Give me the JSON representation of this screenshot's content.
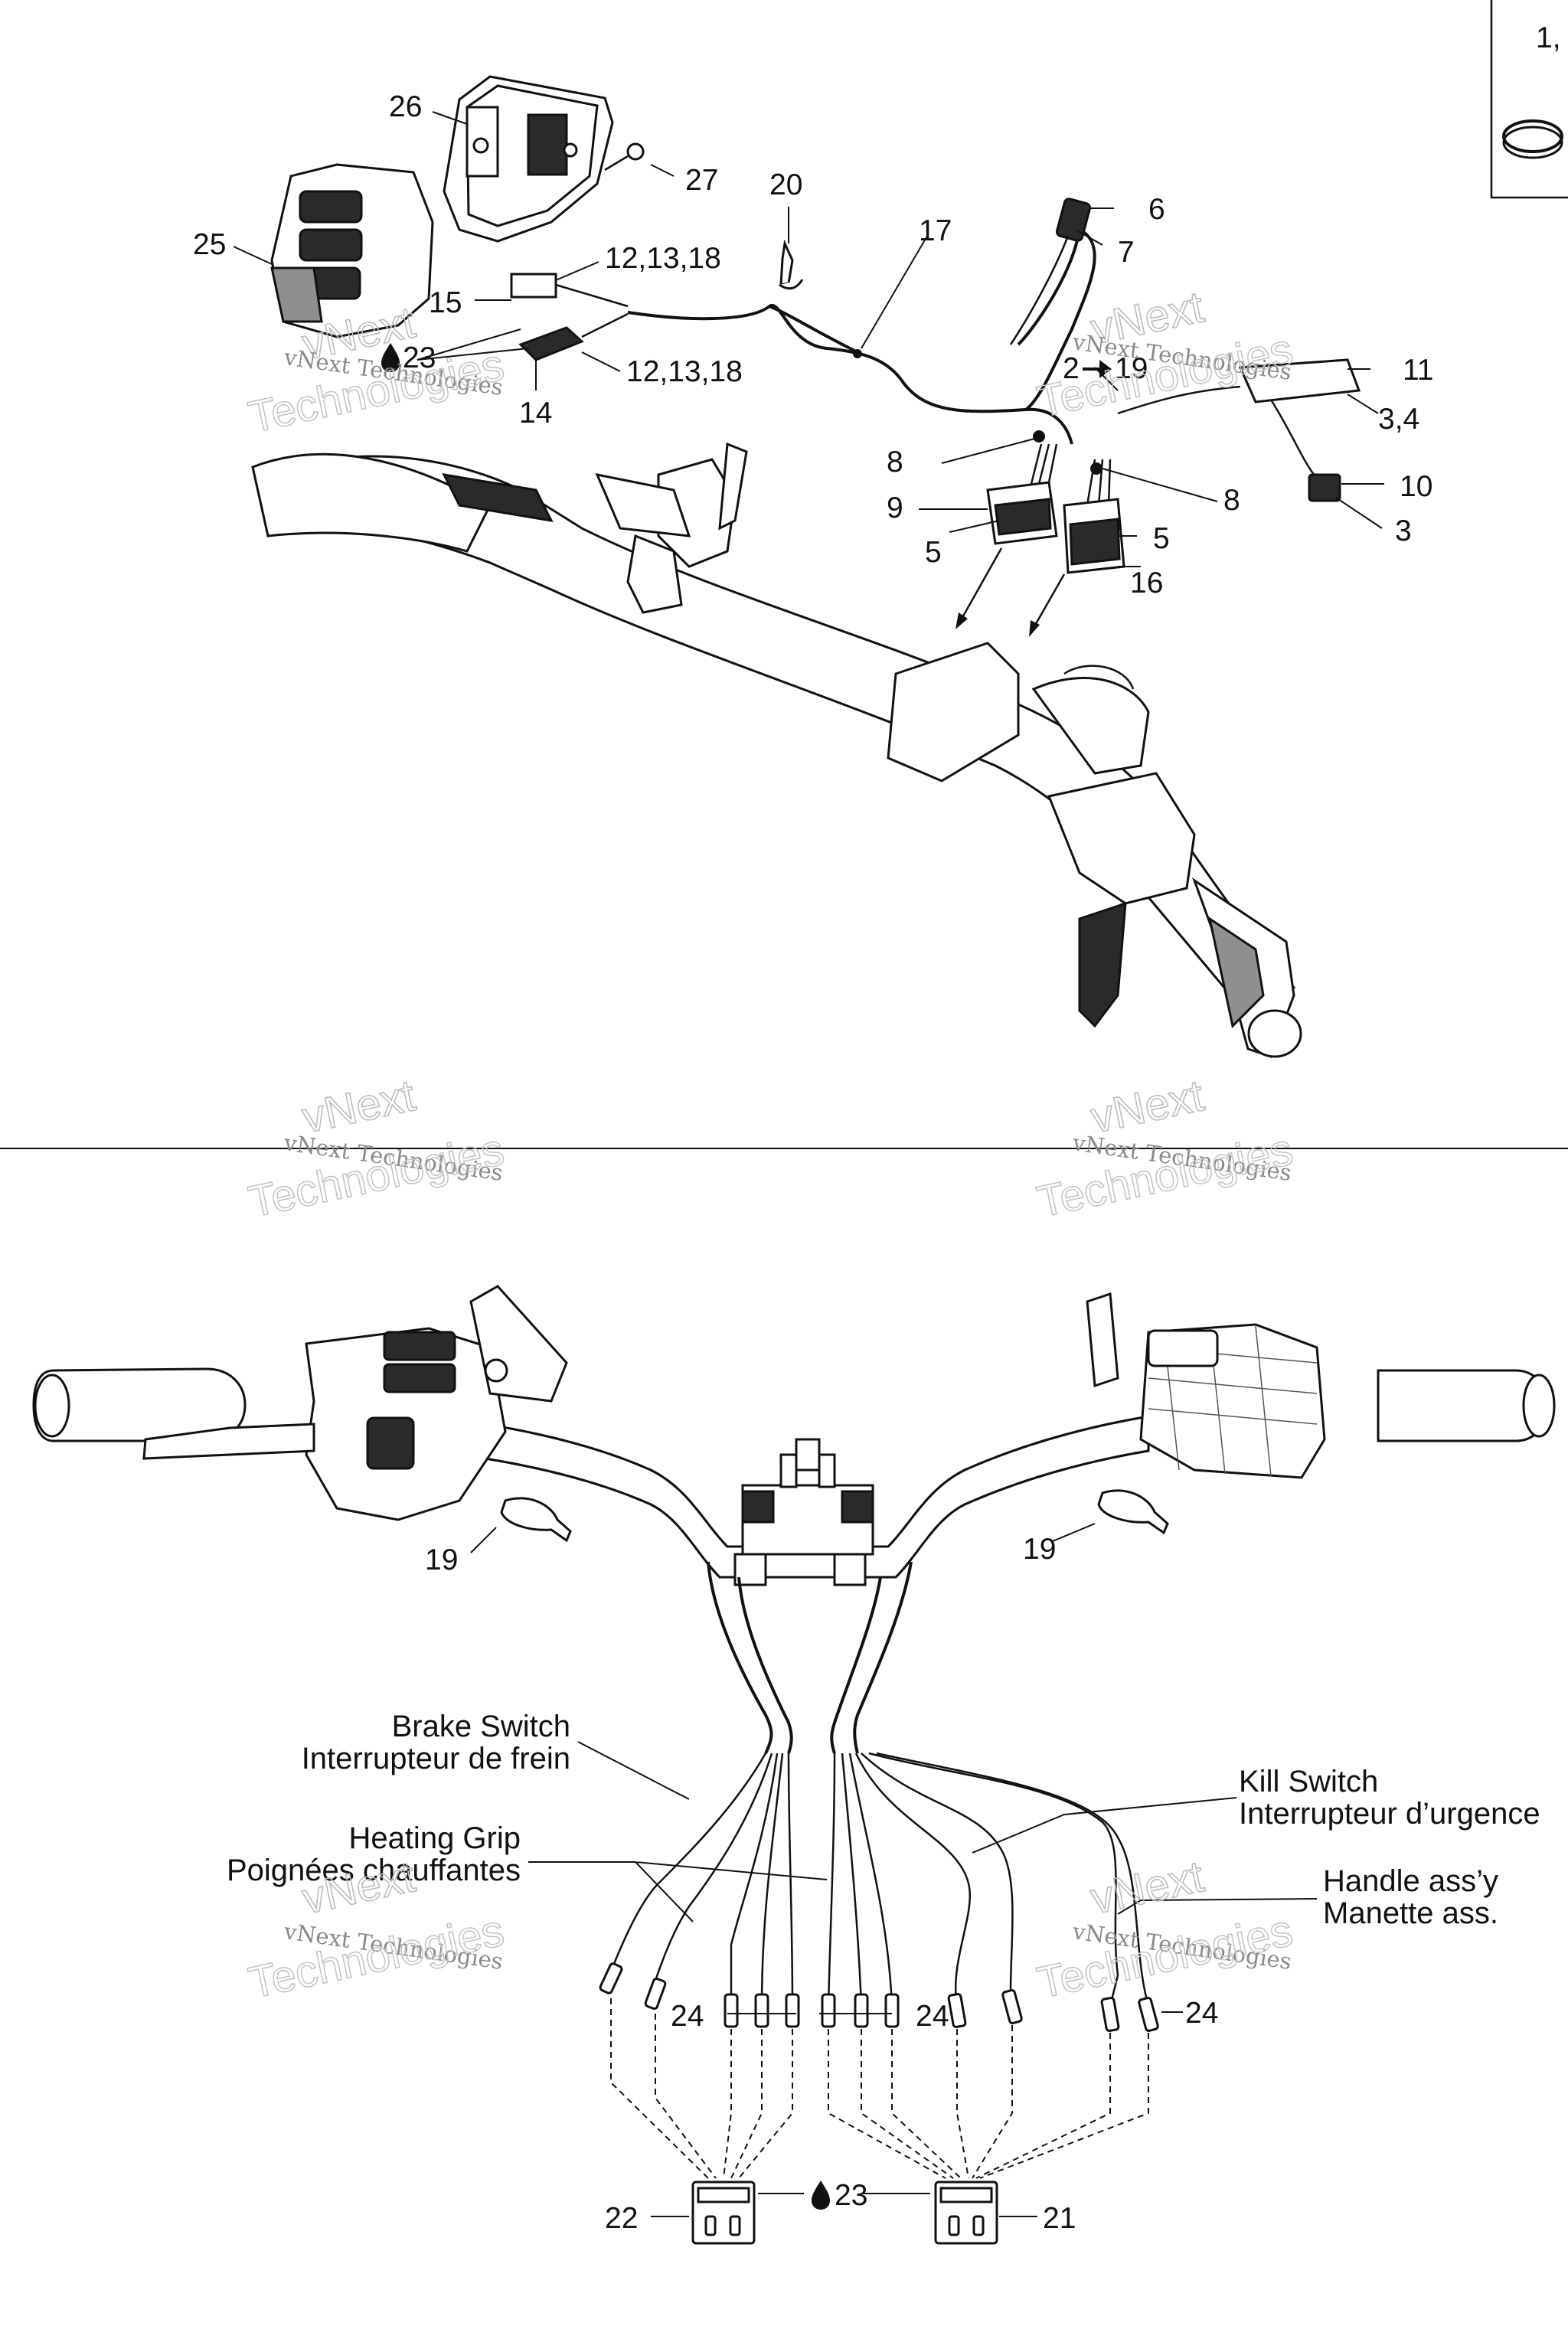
{
  "page": {
    "legend_box_text": "1,",
    "divider": true
  },
  "top_view": {
    "callouts": [
      {
        "id": "c26",
        "text": "26"
      },
      {
        "id": "c27",
        "text": "27"
      },
      {
        "id": "c25",
        "text": "25"
      },
      {
        "id": "c20",
        "text": "20"
      },
      {
        "id": "c17",
        "text": "17"
      },
      {
        "id": "c6",
        "text": "6"
      },
      {
        "id": "c7",
        "text": "7"
      },
      {
        "id": "c12a",
        "text": "12,13,18"
      },
      {
        "id": "c15",
        "text": "15"
      },
      {
        "id": "c23a",
        "text": "23"
      },
      {
        "id": "c12b",
        "text": "12,13,18"
      },
      {
        "id": "c14",
        "text": "14"
      },
      {
        "id": "c2_19",
        "text": "2"
      },
      {
        "id": "c2_19b",
        "text": "19"
      },
      {
        "id": "c11",
        "text": "11"
      },
      {
        "id": "c3_4",
        "text": "3,4"
      },
      {
        "id": "c8a",
        "text": "8"
      },
      {
        "id": "c8b",
        "text": "8"
      },
      {
        "id": "c10",
        "text": "10"
      },
      {
        "id": "c9",
        "text": "9"
      },
      {
        "id": "c3",
        "text": "3"
      },
      {
        "id": "c5a",
        "text": "5"
      },
      {
        "id": "c5b",
        "text": "5"
      },
      {
        "id": "c16",
        "text": "16"
      }
    ]
  },
  "bottom_view": {
    "callouts": [
      {
        "id": "c19a",
        "text": "19"
      },
      {
        "id": "c19b",
        "text": "19"
      },
      {
        "id": "c24a",
        "text": "24"
      },
      {
        "id": "c24b",
        "text": "24"
      },
      {
        "id": "c24c",
        "text": "24"
      },
      {
        "id": "c22",
        "text": "22"
      },
      {
        "id": "c23b",
        "text": "23"
      },
      {
        "id": "c21",
        "text": "21"
      }
    ],
    "labels": {
      "brake_switch_en": "Brake Switch",
      "brake_switch_fr": "Interrupteur de frein",
      "heating_grip_en": "Heating Grip",
      "heating_grip_fr": "Poignées chauffantes",
      "kill_switch_en": "Kill Switch",
      "kill_switch_fr": "Interrupteur d’urgence",
      "handle_en": "Handle ass’y",
      "handle_fr": "Manette ass."
    }
  },
  "watermark": {
    "line1": "vNext Technologies",
    "line2": "vNext",
    "line3": "Technologies"
  }
}
